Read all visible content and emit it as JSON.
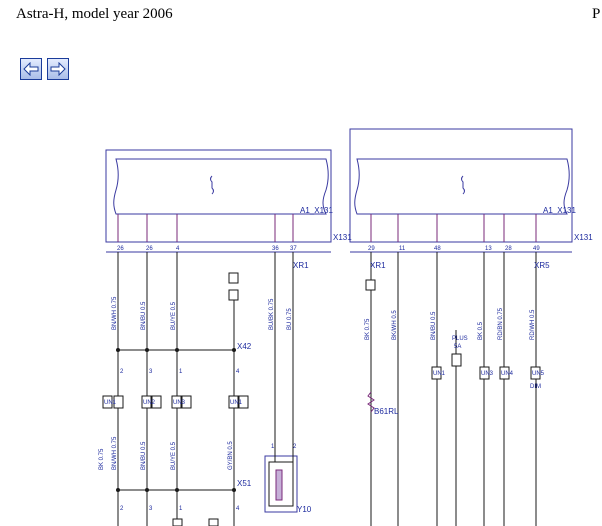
{
  "header": {
    "title": "Astra-H, model year 2006",
    "page_marker": "P"
  },
  "nav": {
    "back_icon": "arrow-left-icon",
    "forward_icon": "arrow-right-icon"
  },
  "colors": {
    "diagram": "#1d2a9e",
    "border": "#3a3aa0"
  },
  "diagram": {
    "left_unit": {
      "component_label": "A1_X131",
      "connector_label": "X131",
      "pins": [
        "26",
        "26",
        "4",
        "36",
        "37"
      ]
    },
    "right_unit": {
      "component_label": "A1_X131",
      "connector_label": "X131",
      "pins": [
        "29",
        "11",
        "48",
        "13",
        "28",
        "49"
      ]
    },
    "connectors": {
      "xr1_left": "XR1",
      "xr1_right": "XR1",
      "xr5": "XR5",
      "x42": "X42",
      "x51": "X51",
      "y10": "Y10",
      "b61rl": "B61RL"
    },
    "wires_left": [
      "BN/WH 0.75",
      "BN/BU 0.5",
      "BU/YE 0.5",
      "BU/BK 0.75",
      "BU 0.75"
    ],
    "wires_left_lower": [
      "BK 0.75",
      "BN/WH 0.75",
      "BN/BU 0.5",
      "BU/YE 0.5",
      "GY/BN 0.5"
    ],
    "wires_right": [
      "BK 0.75",
      "BK/WH 0.5",
      "BN/BU 0.5",
      "BK 0.5",
      "RD/BN 0.75",
      "RD/WH 0.5"
    ],
    "pin_numbers": {
      "x42": [
        "2",
        "3",
        "1",
        "4"
      ],
      "x51": [
        "2",
        "3",
        "1",
        "4"
      ],
      "y10": [
        "1",
        "2"
      ]
    },
    "splice_labels": [
      "UN1",
      "UN2",
      "UN3",
      "UN1"
    ],
    "right_components": [
      "UN1",
      "PLUS",
      "UN3",
      "UN4",
      "UN5"
    ],
    "right_component_captions": [
      "",
      "5A",
      "",
      "",
      "DIM"
    ]
  }
}
